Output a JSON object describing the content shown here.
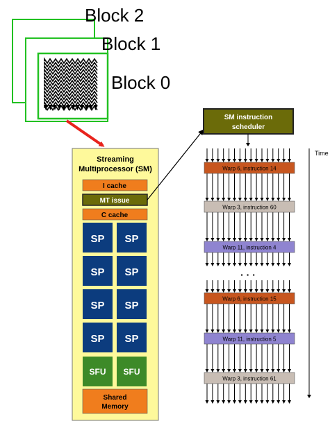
{
  "colors": {
    "block_border": "#22c122",
    "sm_fill": "#fef99b",
    "orange": "#f07d1d",
    "olive": "#6b6b09",
    "sp_fill": "#0c3c7e",
    "sfu_fill": "#3d8a28",
    "red_arrow": "#e8231c",
    "warp6": "#c7561f",
    "warp3": "#c8bdb4",
    "warp11": "#8f84d0"
  },
  "blocks": [
    {
      "label": "Block 2"
    },
    {
      "label": "Block 1"
    },
    {
      "label": "Block 0"
    }
  ],
  "sm": {
    "title_line1": "Streaming",
    "title_line2": "Multiprocessor (SM)",
    "icache": "I cache",
    "mt_issue": "MT issue",
    "ccache": "C cache",
    "sp_label": "SP",
    "sfu_label": "SFU",
    "shared_line1": "Shared",
    "shared_line2": "Memory"
  },
  "scheduler": {
    "line1": "SM instruction",
    "line2": "scheduler"
  },
  "time_label": "Time",
  "ellipsis": "·  ·  ·",
  "warps": [
    {
      "label": "Warp 6, instruction 14",
      "color_key": "warp6"
    },
    {
      "label": "Warp 3, instruction 60",
      "color_key": "warp3"
    },
    {
      "label": "Warp 11, instruction 4",
      "color_key": "warp11"
    },
    {
      "label": "Warp 6, instruction 15",
      "color_key": "warp6"
    },
    {
      "label": "Warp 11, instruction 5",
      "color_key": "warp11"
    },
    {
      "label": "Warp 3, instruction 61",
      "color_key": "warp3"
    }
  ]
}
